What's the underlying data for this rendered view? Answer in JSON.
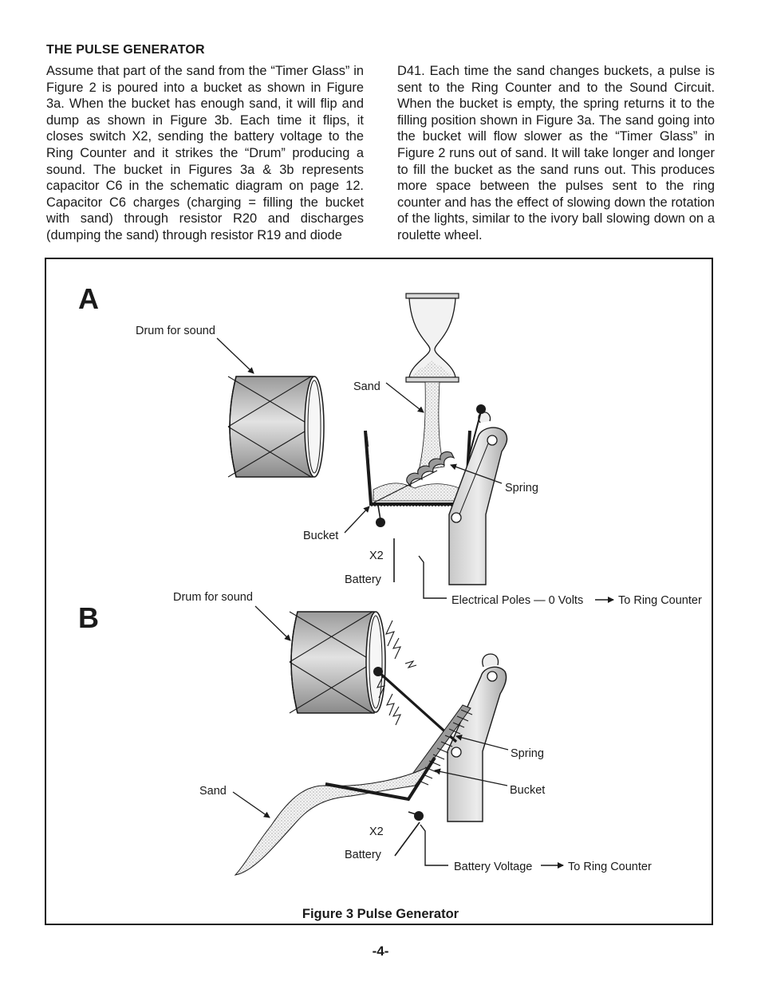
{
  "section": {
    "heading": "THE PULSE GENERATOR",
    "col1": "Assume that part of the sand from the “Timer Glass” in Figure 2 is poured into a bucket as shown in Figure 3a. When the bucket has enough sand, it will flip and dump as shown in Figure 3b.  Each time it flips, it closes switch X2, sending the battery voltage to the Ring Counter and it strikes the “Drum” producing a sound.  The bucket in Figures 3a & 3b represents capacitor C6 in the schematic diagram on page 12. Capacitor C6 charges (charging = filling the bucket with sand) through resistor R20 and discharges (dumping the sand) through resistor R19 and diode",
    "col2": "D41.  Each time the sand changes buckets, a pulse is sent to the Ring Counter and to the Sound Circuit. When the bucket is empty, the spring returns it to the filling position shown in Figure 3a.  The sand going into the bucket will flow slower as the “Timer Glass” in Figure 2 runs out of sand.  It will take longer and longer to fill the bucket as the sand runs out.  This produces more space between the pulses sent to the ring counter and has the effect of slowing down the rotation of the lights, similar to the ivory ball slowing down on a roulette wheel."
  },
  "figure": {
    "panel_a": {
      "letter": "A",
      "drum_label": "Drum for sound",
      "sand_label": "Sand",
      "spring_label": "Spring",
      "bucket_label": "Bucket",
      "x2_label": "X2",
      "battery_label": "Battery",
      "output_label": "Electrical Poles — 0 Volts",
      "output_target": "To Ring Counter"
    },
    "panel_b": {
      "letter": "B",
      "drum_label": "Drum for sound",
      "spring_label": "Spring",
      "bucket_label": "Bucket",
      "sand_label": "Sand",
      "x2_label": "X2",
      "battery_label": "Battery",
      "output_label": "Battery Voltage",
      "output_target": "To Ring Counter"
    },
    "caption": "Figure 3  Pulse Generator"
  },
  "page_number": "-4-"
}
